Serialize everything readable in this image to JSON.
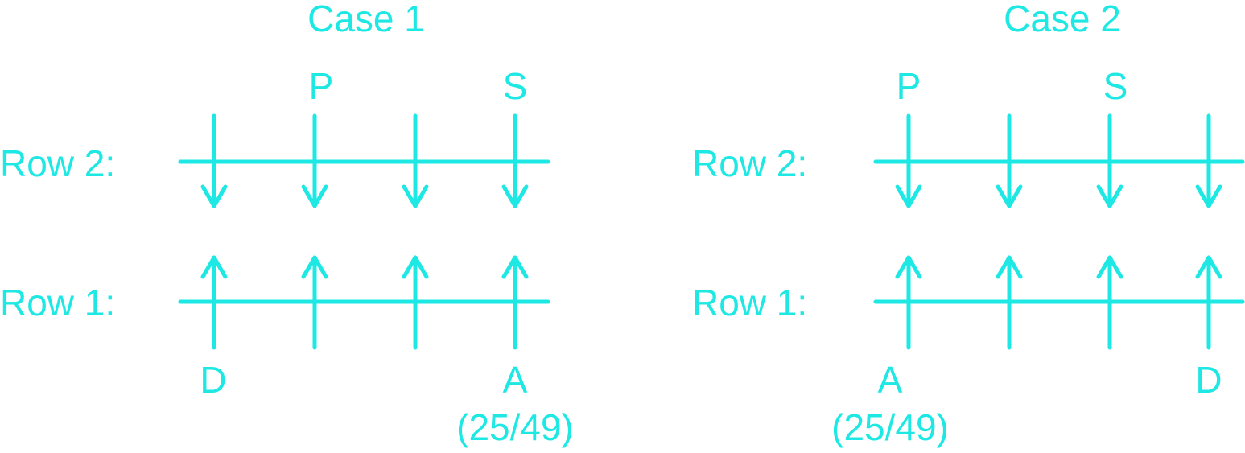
{
  "colors": {
    "ink": "#1ee8e4",
    "background": "#ffffff"
  },
  "case1": {
    "title": "Case 1",
    "row2_label": "Row 2:",
    "row1_label": "Row 1:",
    "top_labels": [
      "",
      "P",
      "",
      "S"
    ],
    "bottom_labels": [
      "D",
      "",
      "",
      "A"
    ],
    "note": "(25/49)"
  },
  "case2": {
    "title": "Case 2",
    "row2_label": "Row 2:",
    "row1_label": "Row 1:",
    "top_labels": [
      "P",
      "",
      "S",
      ""
    ],
    "bottom_labels": [
      "A",
      "",
      "",
      "D"
    ],
    "note": "(25/49)"
  }
}
